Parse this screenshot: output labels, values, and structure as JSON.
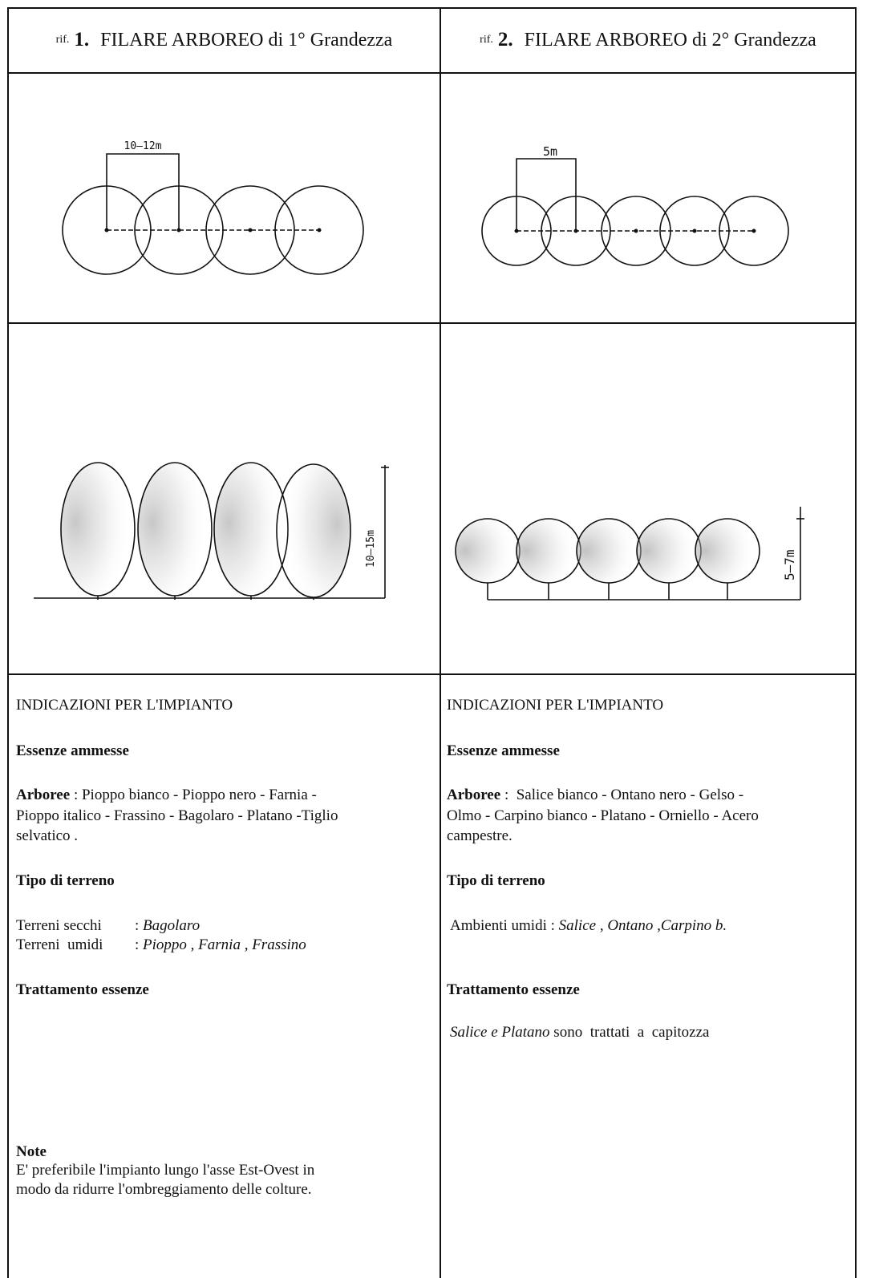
{
  "columns": [
    {
      "ref_prefix": "rif.",
      "ref_num": "1.",
      "title": "FILARE ARBOREO di 1° Grandezza",
      "plan_dimension": "10–12m",
      "elevation_dimension": "10–15m",
      "trees_count": 4,
      "indications_title": "INDICAZIONI PER L'IMPIANTO",
      "species_heading": "Essenze ammesse",
      "arboree_label": "Arboree",
      "arboree_sep": " : ",
      "arboree_line1": "Pioppo bianco - Pioppo nero - Farnia -",
      "arboree_line2": "Pioppo italico - Frassino - Bagolaro - Platano -Tiglio",
      "arboree_line3": "selvatico .",
      "soil_heading": "Tipo di terreno",
      "soil_rows": [
        {
          "label": "Terreni secchi",
          "sep": ":",
          "value": "Bagolaro"
        },
        {
          "label": "Terreni  umidi",
          "sep": ":",
          "value": "Pioppo , Farnia , Frassino"
        }
      ],
      "treatment_heading": "Trattamento  essenze",
      "note_heading": "Note",
      "note_line1": "E' preferibile l'impianto lungo l'asse Est-Ovest in",
      "note_line2": "modo da ridurre l'ombreggiamento delle  colture."
    },
    {
      "ref_prefix": "rif.",
      "ref_num": "2.",
      "title": "FILARE ARBOREO di 2° Grandezza",
      "plan_dimension": "5m",
      "elevation_dimension": "5–7m",
      "trees_count": 5,
      "indications_title": "INDICAZIONI PER L'IMPIANTO",
      "species_heading": "Essenze ammesse",
      "arboree_label": "Arboree",
      "arboree_sep": " :  ",
      "arboree_line1": "Salice bianco - Ontano nero - Gelso -",
      "arboree_line2": "Olmo - Carpino bianco - Platano - Orniello - Acero",
      "arboree_line3": "campestre.",
      "soil_heading": "Tipo di terreno",
      "soil_label": "Ambienti umidi : ",
      "soil_value": "Salice , Ontano ,Carpino b.",
      "treatment_heading": "Trattamento  essenze",
      "treatment_italic1": "Salice",
      "treatment_mid": " e ",
      "treatment_italic2": "Platano",
      "treatment_rest": " sono  trattati  a  capitozza"
    }
  ],
  "colors": {
    "ink": "#111111",
    "shade": "#9a9a9a",
    "paper": "#ffffff"
  }
}
